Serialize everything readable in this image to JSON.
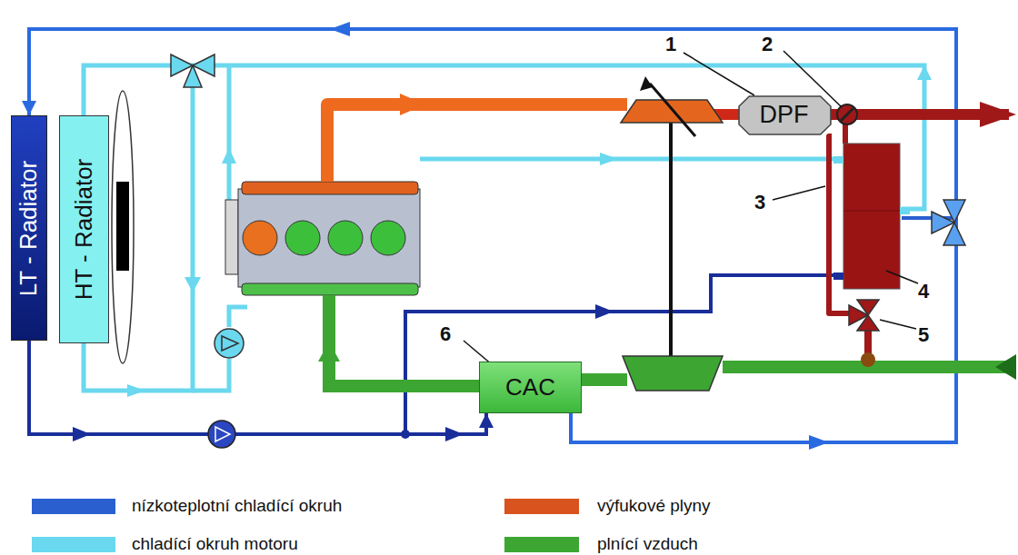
{
  "diagram": {
    "nodes": [
      {
        "text": [
          "LT - Radiator"
        ]
      },
      {
        "text": [
          "HT - Radiator"
        ]
      },
      {
        "text": [
          "DPF"
        ]
      },
      {
        "text": [
          "CAC"
        ]
      }
    ],
    "edges": [
      {
        "from": 0,
        "to": 3,
        "arrow": "to"
      },
      {
        "from": 3,
        "to": 0,
        "arrow": "to"
      }
    ],
    "labels": [
      "1",
      "2",
      "3",
      "4",
      "5",
      "6"
    ],
    "legend": [
      {
        "text": "nízkoteplotní chladící okruh",
        "color": "#2a5fd0"
      },
      {
        "text": "chladící okruh motoru",
        "color": "#6ad8ee"
      },
      {
        "text": "výfukové plyny",
        "color": "#d9531e"
      },
      {
        "text": "plnící vzduch",
        "color": "#3da632"
      }
    ]
  }
}
